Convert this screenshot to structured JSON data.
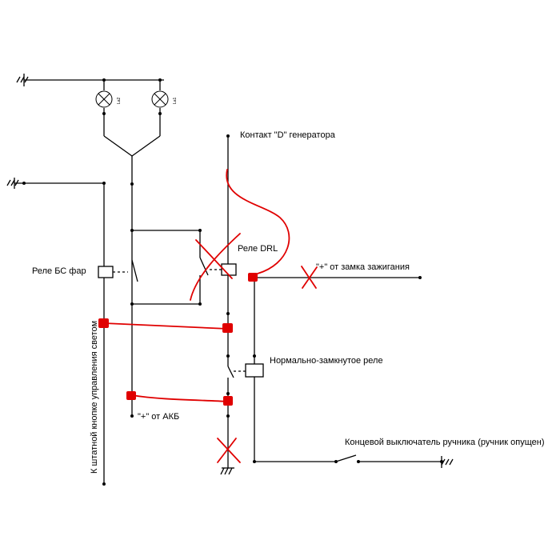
{
  "diagram": {
    "labels": {
      "generator_contact": "Контакт \"D\" генератора",
      "drl_relay": "Реле DRL",
      "headlight_relay": "Реле БС фар",
      "ignition_plus": "\"+\" от замка зажигания",
      "nc_relay": "Нормально-замкнутое реле",
      "battery_plus": "\"+\" от АКБ",
      "handbrake_switch": "Концевой выключатель ручника (ручник опущен)",
      "light_button": "К штатной кнопке управления светом",
      "lamp_la2": "La2",
      "lamp_la1": "La1"
    },
    "colors": {
      "wire": "#000000",
      "annotation": "#e00000",
      "background": "#ffffff"
    }
  }
}
